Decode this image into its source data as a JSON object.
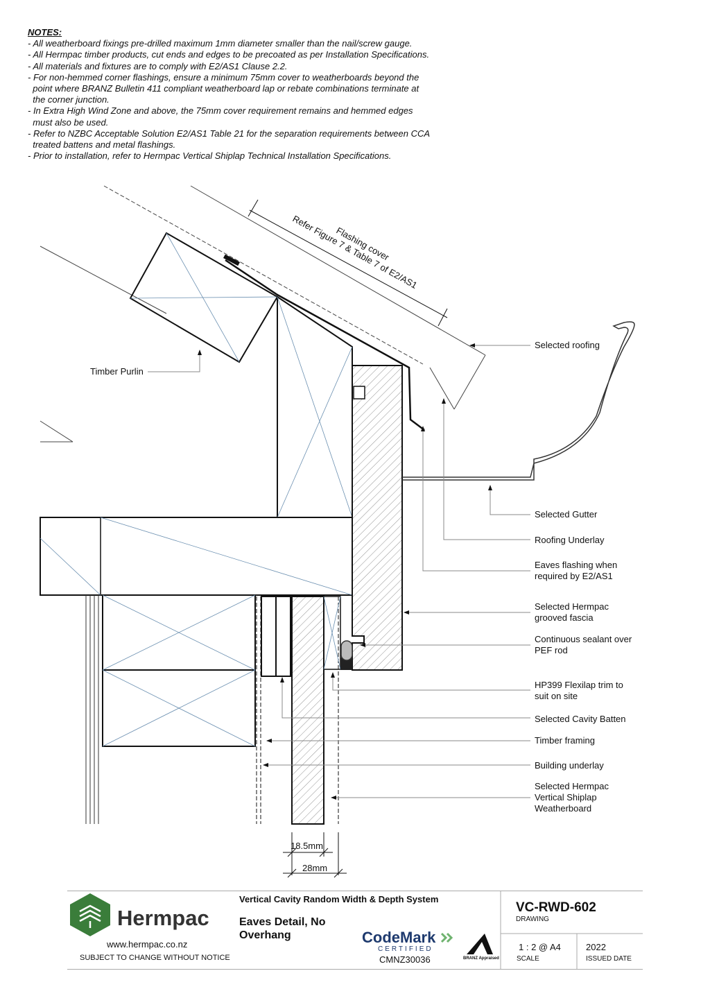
{
  "notes": {
    "heading": "NOTES:",
    "lines": [
      "- All weatherboard fixings pre-drilled maximum 1mm diameter smaller than the nail/screw gauge.",
      "- All Hermpac timber products, cut ends and edges to be precoated as per Installation Specifications.",
      "- All materials and fixtures are to comply with E2/AS1 Clause 2.2.",
      "- For non-hemmed corner flashings, ensure a minimum 75mm cover to weatherboards beyond the",
      "  point where BRANZ Bulletin 411 compliant weatherboard lap or rebate combinations terminate at",
      "  the corner junction.",
      "- In Extra High Wind Zone and above, the 75mm cover requirement remains and hemmed edges",
      "  must also be used.",
      "- Refer to NZBC Acceptable Solution E2/AS1 Table 21 for the separation requirements between CCA",
      "  treated battens and metal flashings.",
      "- Prior to installation, refer to Hermpac Vertical Shiplap Technical Installation Specifications."
    ]
  },
  "drawing": {
    "flashing_cover_line1": "Flashing cover",
    "flashing_cover_line2": "Refer Figure 7 & Table 7 of E2/AS1",
    "timber_purlin": "Timber Purlin",
    "labels": {
      "selected_roofing": "Selected roofing",
      "selected_gutter": "Selected Gutter",
      "roofing_underlay": "Roofing Underlay",
      "eaves_flashing_1": "Eaves flashing when",
      "eaves_flashing_2": "required by E2/AS1",
      "fascia_1": "Selected Hermpac",
      "fascia_2": "grooved fascia",
      "sealant_1": "Continuous sealant over",
      "sealant_2": "PEF rod",
      "flexilap_1": "HP399 Flexilap trim to",
      "flexilap_2": "suit on site",
      "cavity_batten": "Selected Cavity Batten",
      "timber_framing": "Timber framing",
      "building_underlay": "Building underlay",
      "weatherboard_1": "Selected Hermpac",
      "weatherboard_2": "Vertical Shiplap",
      "weatherboard_3": "Weatherboard"
    },
    "dim_185": "18.5mm",
    "dim_28": "28mm"
  },
  "titleblock": {
    "brand": "Hermpac",
    "website": "www.hermpac.co.nz",
    "disclaimer": "SUBJECT TO CHANGE WITHOUT NOTICE",
    "system": "Vertical Cavity Random Width & Depth System",
    "title_line1": "Eaves Detail, No",
    "title_line2": "Overhang",
    "codemark": "CodeMark",
    "certified": "CERTIFIED",
    "cert_number": "CMNZ30036",
    "branz": "BRANZ Appraised",
    "drawing_number": "VC-RWD-602",
    "drawing_label": "DRAWING",
    "scale": "1 : 2 @ A4",
    "scale_label": "SCALE",
    "issued": "2022",
    "issued_label": "ISSUED DATE",
    "brand_color": "#3a7d3a",
    "codemark_color": "#1e3a6e"
  }
}
